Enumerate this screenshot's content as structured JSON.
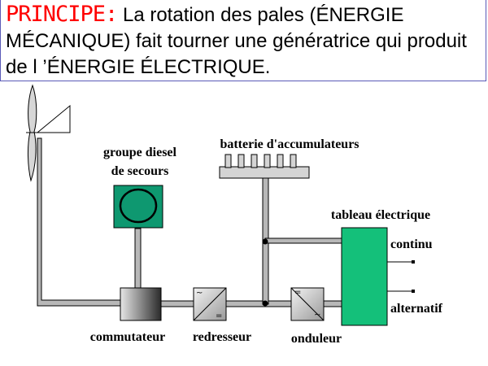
{
  "header": {
    "principe_label": "PRINCIPE:",
    "text": " La rotation des pales (ÉNERGIE MÉCANIQUE) fait tourner une génératrice qui produit de l ’ÉNERGIE ÉLECTRIQUE."
  },
  "diagram": {
    "labels": {
      "diesel_line1": "groupe diesel",
      "diesel_line2": "de secours",
      "battery": "batterie d'accumulateurs",
      "panel": "tableau électrique",
      "dc_output": "continu",
      "ac_output": "alternatif",
      "switch": "commutateur",
      "rectifier": "redresseur",
      "inverter": "onduleur"
    },
    "symbols": {
      "ac": "~",
      "dc": "="
    },
    "colors": {
      "title_accent": "#ff0000",
      "header_border": "#5a5ab8",
      "component_green": "#0e9870",
      "panel_green": "#14c07a",
      "battery_fill": "#d4d4d4",
      "wire": "#b8b8b8"
    }
  }
}
